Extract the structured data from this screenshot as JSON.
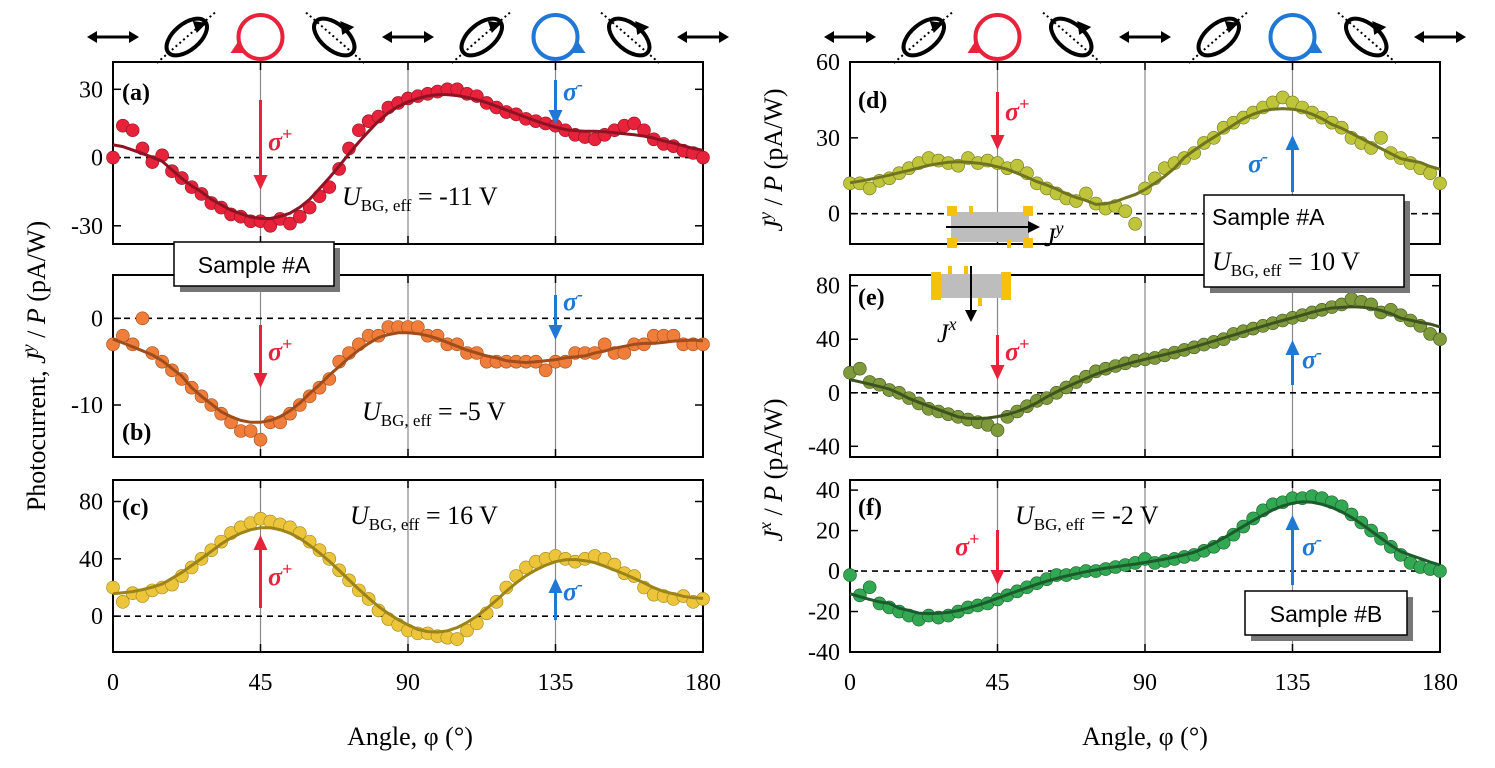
{
  "colors": {
    "red": "#e8223a",
    "red_fit": "#8e1424",
    "orange": "#f07d3a",
    "orange_fit": "#a04d1c",
    "yellow": "#edc53a",
    "yellow_fit": "#9c8419",
    "olive": "#bfc53a",
    "olive_fit": "#6f7420",
    "darkolive": "#7f9a3a",
    "darkolive_fit": "#3f5320",
    "green": "#32a852",
    "green_fit": "#1b5b2c",
    "sigma_plus": "#e8223a",
    "sigma_minus": "#1f77d6",
    "contact": "#f4c20d",
    "channel": "#bdbdbd"
  },
  "labels": {
    "ylabel_left": "Photocurrent, J y / P (pA/W)",
    "xlabel_left": "Angle, φ (°)",
    "xlabel_right": "Angle, φ (°)",
    "ylabel_right_top": "J y / P (pA/W)",
    "ylabel_right_bottom": "J x / P (pA/W)",
    "xticks": [
      "0",
      "45",
      "90",
      "135",
      "180"
    ],
    "sample_a_left": "Sample #A",
    "sample_a_right": "Sample #A",
    "sample_b": "Sample #B",
    "ubg_right_a": "U",
    "ubg_right_a_sub": "BG, eff",
    "ubg_right_a_val": " = 10 V",
    "jy_label": "J",
    "jy_sup": "y",
    "jx_label": "J",
    "jx_sup": "x"
  },
  "chart_data": [
    {
      "type": "scatter",
      "panel": "(a)",
      "ylim": [
        -38,
        42
      ],
      "yticks": [
        -30,
        0,
        30
      ],
      "xlim": [
        0,
        180
      ],
      "annotation": "U",
      "annotation_sub": "BG, eff",
      "annotation_val": " = -11 V",
      "sigma_plus": "σ+",
      "sigma_minus": "σ-",
      "series": [
        {
          "x": [
            0,
            3,
            6,
            9,
            12,
            15,
            18,
            21,
            24,
            27,
            30,
            33,
            36,
            39,
            42,
            45,
            48,
            51,
            54,
            57,
            60,
            63,
            66,
            69,
            72,
            75,
            78,
            81,
            84,
            87,
            90,
            93,
            96,
            99,
            102,
            105,
            108,
            111,
            114,
            117,
            120,
            123,
            126,
            129,
            132,
            135,
            138,
            141,
            144,
            147,
            150,
            153,
            156,
            159,
            162,
            165,
            168,
            171,
            174,
            177,
            180
          ],
          "y": [
            0,
            14,
            12,
            4,
            -2,
            1,
            -6,
            -9,
            -13,
            -16,
            -20,
            -22,
            -25,
            -26,
            -28,
            -28,
            -30,
            -27,
            -29,
            -26,
            -22,
            -17,
            -13,
            -5,
            4,
            12,
            16,
            18,
            22,
            24,
            26,
            27,
            28,
            29,
            30,
            30,
            28,
            27,
            24,
            22,
            20,
            19,
            17,
            16,
            15,
            14,
            12,
            10,
            9,
            8,
            10,
            12,
            14,
            15,
            12,
            8,
            6,
            5,
            3,
            2,
            0
          ]
        }
      ],
      "fit": {
        "a0": 4.7,
        "a1": 0,
        "b1": -12,
        "b2": 0,
        "b4": 14.8,
        "a4": 1.6,
        "a2": 0,
        "b2x": 0
      }
    },
    {
      "type": "scatter",
      "panel": "(b)",
      "ylim": [
        -16,
        5
      ],
      "yticks": [
        -10,
        0
      ],
      "xlim": [
        0,
        180
      ],
      "annotation": "U",
      "annotation_sub": "BG, eff",
      "annotation_val": " = -5 V",
      "sigma_plus": "σ+",
      "sigma_minus": "σ-",
      "series": [
        {
          "x": [
            0,
            3,
            6,
            9,
            12,
            15,
            18,
            21,
            24,
            27,
            30,
            33,
            36,
            39,
            42,
            45,
            48,
            51,
            54,
            57,
            60,
            63,
            66,
            69,
            72,
            75,
            78,
            81,
            84,
            87,
            90,
            93,
            96,
            99,
            102,
            105,
            108,
            111,
            114,
            117,
            120,
            123,
            126,
            129,
            132,
            135,
            138,
            141,
            144,
            147,
            150,
            153,
            156,
            159,
            162,
            165,
            168,
            171,
            174,
            177,
            180
          ],
          "y": [
            -3,
            -2,
            -3,
            0,
            -4,
            -5,
            -6,
            -7,
            -8,
            -9,
            -10,
            -11,
            -12,
            -13,
            -13,
            -14,
            -12,
            -12,
            -11,
            -10,
            -9,
            -8,
            -7,
            -5,
            -4,
            -3,
            -2,
            -2,
            -1,
            -1,
            -1,
            -1,
            -2,
            -2,
            -3,
            -3,
            -4,
            -4,
            -5,
            -5,
            -5,
            -5,
            -5,
            -5,
            -6,
            -5,
            -5,
            -4,
            -4,
            -4,
            -3,
            -4,
            -4,
            -3,
            -3,
            -2,
            -2,
            -2,
            -3,
            -3,
            -3
          ]
        }
      ],
      "fit": {
        "a0": -5.4,
        "a1": 0,
        "b1": -1.5,
        "b4": 5.9,
        "a4": 1.0
      }
    },
    {
      "type": "scatter",
      "panel": "(c)",
      "ylim": [
        -25,
        95
      ],
      "yticks": [
        0,
        40,
        80
      ],
      "xlim": [
        0,
        180
      ],
      "annotation": "U",
      "annotation_sub": "BG, eff",
      "annotation_val": " = 16 V",
      "sigma_plus": "σ+",
      "sigma_minus": "σ-",
      "series": [
        {
          "x": [
            0,
            3,
            6,
            9,
            12,
            15,
            18,
            21,
            24,
            27,
            30,
            33,
            36,
            39,
            42,
            45,
            48,
            51,
            54,
            57,
            60,
            63,
            66,
            69,
            72,
            75,
            78,
            81,
            84,
            87,
            90,
            93,
            96,
            99,
            102,
            105,
            108,
            111,
            114,
            117,
            120,
            123,
            126,
            129,
            132,
            135,
            138,
            141,
            144,
            147,
            150,
            153,
            156,
            159,
            162,
            165,
            168,
            171,
            174,
            177,
            180
          ],
          "y": [
            20,
            10,
            16,
            14,
            18,
            20,
            22,
            28,
            34,
            40,
            46,
            52,
            58,
            62,
            65,
            68,
            66,
            64,
            62,
            58,
            52,
            46,
            40,
            32,
            25,
            18,
            12,
            4,
            -2,
            -6,
            -10,
            -12,
            -12,
            -14,
            -15,
            -16,
            -10,
            -5,
            2,
            10,
            20,
            28,
            34,
            38,
            40,
            42,
            40,
            38,
            40,
            42,
            40,
            36,
            30,
            28,
            20,
            15,
            14,
            12,
            14,
            10,
            12
          ]
        }
      ],
      "fit": {
        "a0": 26,
        "a1": 0,
        "b1": 13,
        "b4": -26,
        "a4": 0
      }
    },
    {
      "type": "scatter",
      "panel": "(d)",
      "ylim": [
        -12,
        60
      ],
      "yticks": [
        0,
        30,
        60
      ],
      "xlim": [
        0,
        180
      ],
      "sigma_plus": "σ+",
      "sigma_minus": "σ-",
      "series": [
        {
          "x": [
            0,
            3,
            6,
            9,
            12,
            15,
            18,
            21,
            24,
            27,
            30,
            33,
            36,
            39,
            42,
            45,
            48,
            51,
            54,
            57,
            60,
            63,
            66,
            69,
            72,
            75,
            78,
            81,
            84,
            87,
            90,
            93,
            96,
            99,
            102,
            105,
            108,
            111,
            114,
            117,
            120,
            123,
            126,
            129,
            132,
            135,
            138,
            141,
            144,
            147,
            150,
            153,
            156,
            159,
            162,
            165,
            168,
            171,
            174,
            177,
            180
          ],
          "y": [
            12,
            12,
            10,
            13,
            14,
            16,
            18,
            20,
            22,
            21,
            20,
            19,
            22,
            20,
            21,
            20,
            18,
            19,
            16,
            12,
            10,
            8,
            6,
            5,
            8,
            4,
            2,
            3,
            1,
            -4,
            10,
            14,
            18,
            20,
            22,
            24,
            28,
            30,
            34,
            36,
            38,
            40,
            42,
            44,
            46,
            44,
            42,
            40,
            38,
            36,
            34,
            30,
            28,
            26,
            30,
            24,
            22,
            20,
            18,
            16,
            12
          ]
        }
      ],
      "fit": {
        "a0": 20.5,
        "a1": 0,
        "b1": -11.5,
        "b4": -5.5,
        "a4": 4
      }
    },
    {
      "type": "scatter",
      "panel": "(e)",
      "ylim": [
        -48,
        88
      ],
      "yticks": [
        -40,
        0,
        40,
        80
      ],
      "xlim": [
        0,
        180
      ],
      "sigma_plus": "σ+",
      "sigma_minus": "σ-",
      "series": [
        {
          "x": [
            0,
            3,
            6,
            9,
            12,
            15,
            18,
            21,
            24,
            27,
            30,
            33,
            36,
            39,
            42,
            45,
            48,
            51,
            54,
            57,
            60,
            63,
            66,
            69,
            72,
            75,
            78,
            81,
            84,
            87,
            90,
            93,
            96,
            99,
            102,
            105,
            108,
            111,
            114,
            117,
            120,
            123,
            126,
            129,
            132,
            135,
            138,
            141,
            144,
            147,
            150,
            153,
            156,
            159,
            162,
            165,
            168,
            171,
            174,
            177,
            180
          ],
          "y": [
            15,
            18,
            8,
            6,
            2,
            0,
            -4,
            -8,
            -12,
            -14,
            -16,
            -18,
            -20,
            -22,
            -24,
            -28,
            -18,
            -14,
            -10,
            -6,
            -4,
            0,
            4,
            8,
            12,
            16,
            18,
            20,
            22,
            24,
            25,
            26,
            28,
            30,
            32,
            34,
            36,
            38,
            40,
            44,
            46,
            48,
            50,
            52,
            54,
            56,
            58,
            60,
            62,
            64,
            66,
            70,
            68,
            66,
            60,
            62,
            58,
            54,
            50,
            44,
            40
          ]
        }
      ],
      "fit": {
        "a0": 22,
        "a1": 0,
        "b1": -24,
        "b4": 9,
        "a4": 0
      }
    },
    {
      "type": "scatter",
      "panel": "(f)",
      "ylim": [
        -40,
        45
      ],
      "yticks": [
        -40,
        -20,
        0,
        20,
        40
      ],
      "xlim": [
        0,
        180
      ],
      "annotation": "U",
      "annotation_sub": "BG, eff",
      "annotation_val": " = -2 V",
      "sigma_plus": "σ+",
      "sigma_minus": "σ-",
      "series": [
        {
          "x": [
            0,
            3,
            6,
            9,
            12,
            15,
            18,
            21,
            24,
            27,
            30,
            33,
            36,
            39,
            42,
            45,
            48,
            51,
            54,
            57,
            60,
            63,
            66,
            69,
            72,
            75,
            78,
            81,
            84,
            87,
            90,
            93,
            96,
            99,
            102,
            105,
            108,
            111,
            114,
            117,
            120,
            123,
            126,
            129,
            132,
            135,
            138,
            141,
            144,
            147,
            150,
            153,
            156,
            159,
            162,
            165,
            168,
            171,
            174,
            177,
            180
          ],
          "y": [
            -2,
            -12,
            -8,
            -16,
            -18,
            -20,
            -22,
            -24,
            -22,
            -23,
            -22,
            -20,
            -18,
            -17,
            -16,
            -14,
            -12,
            -10,
            -8,
            -6,
            -4,
            -2,
            -2,
            -1,
            0,
            0,
            1,
            2,
            3,
            4,
            6,
            4,
            5,
            6,
            7,
            8,
            10,
            12,
            14,
            18,
            22,
            26,
            30,
            33,
            34,
            36,
            36,
            37,
            36,
            34,
            32,
            28,
            24,
            20,
            16,
            12,
            8,
            4,
            2,
            1,
            0
          ]
        }
      ],
      "fit": {
        "a0": 7,
        "a1": 0,
        "b1": -11,
        "b4": -17,
        "a4": 1.5
      }
    }
  ]
}
